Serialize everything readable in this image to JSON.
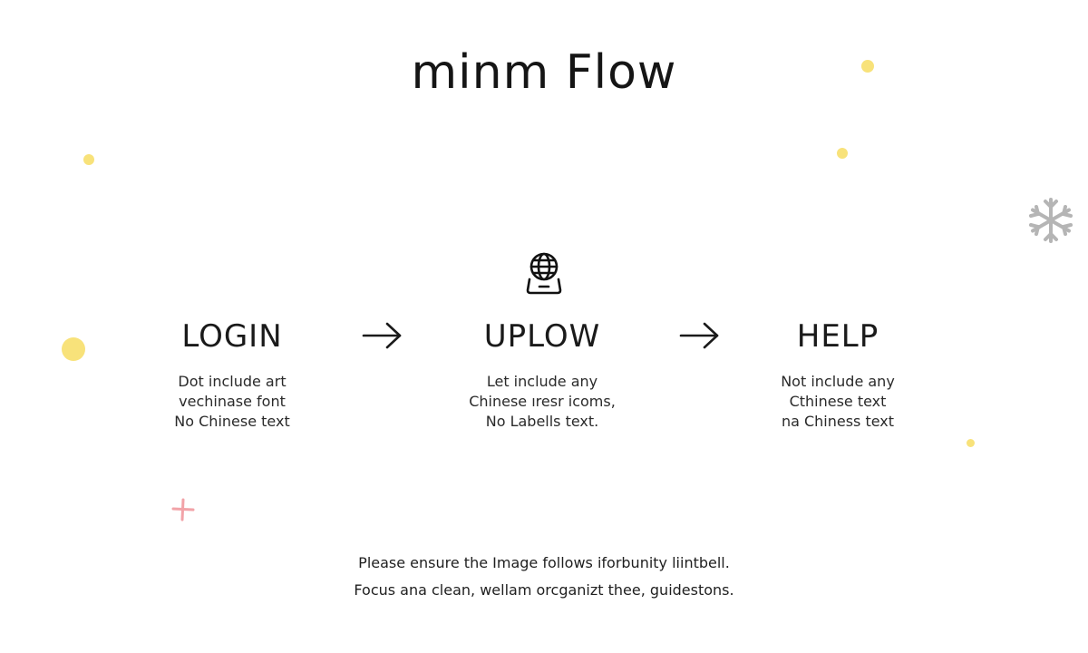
{
  "title": "minm Flow",
  "steps": [
    {
      "heading": "LOGIN",
      "lines": [
        "Dot include art",
        "vechinase font",
        "No Chinese text"
      ]
    },
    {
      "heading": "UPLOW",
      "lines": [
        "Let include any",
        "Chinese ıresr icoms,",
        "No Labells text."
      ]
    },
    {
      "heading": "HELP",
      "lines": [
        "Not include any",
        "Cthinese text",
        "na Chiness text"
      ]
    }
  ],
  "icons": {
    "center": "globe-laptop-icon",
    "arrows": "arrow-right-icon",
    "decor": [
      "yellow-dot-icon",
      "snowflake-icon",
      "pink-plus-icon"
    ]
  },
  "footer": {
    "line1": "Please ensure the Image follows iforbunity liintbell.",
    "line2": "Focus ana clean, wellam orcganizt thee, guidestons."
  },
  "colors": {
    "text": "#1a1a1a",
    "dot": "#f8e27a",
    "snowflake": "#b5b5b5",
    "plus": "#f2a3a8"
  }
}
